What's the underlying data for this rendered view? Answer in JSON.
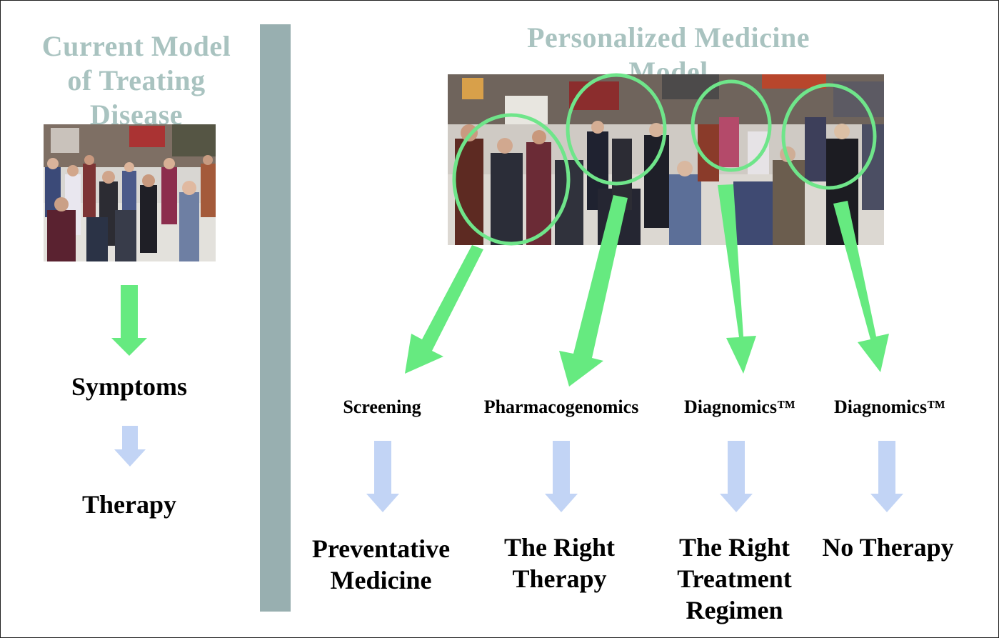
{
  "titles": {
    "current_model": [
      "Current Model",
      "of Treating",
      "Disease"
    ],
    "personalized_model": [
      "Personalized Medicine",
      "Model"
    ]
  },
  "left_flow": {
    "step1": "Symptoms",
    "step2": "Therapy"
  },
  "paths": [
    {
      "method": "Screening",
      "outcome": [
        "Preventative",
        "Medicine"
      ]
    },
    {
      "method": "Pharmacogenomics",
      "outcome": [
        "The Right",
        "Therapy"
      ]
    },
    {
      "method": "Diagnomics™",
      "outcome": [
        "The Right",
        "Treatment",
        "Regimen"
      ]
    },
    {
      "method": "Diagnomics™",
      "outcome": [
        "No Therapy"
      ]
    }
  ],
  "colors": {
    "title": "#a9c3c0",
    "divider": "#98afb0",
    "green_arrow": "#66ea80",
    "blue_arrow": "#c2d4f5",
    "circle": "#6fe58a"
  }
}
